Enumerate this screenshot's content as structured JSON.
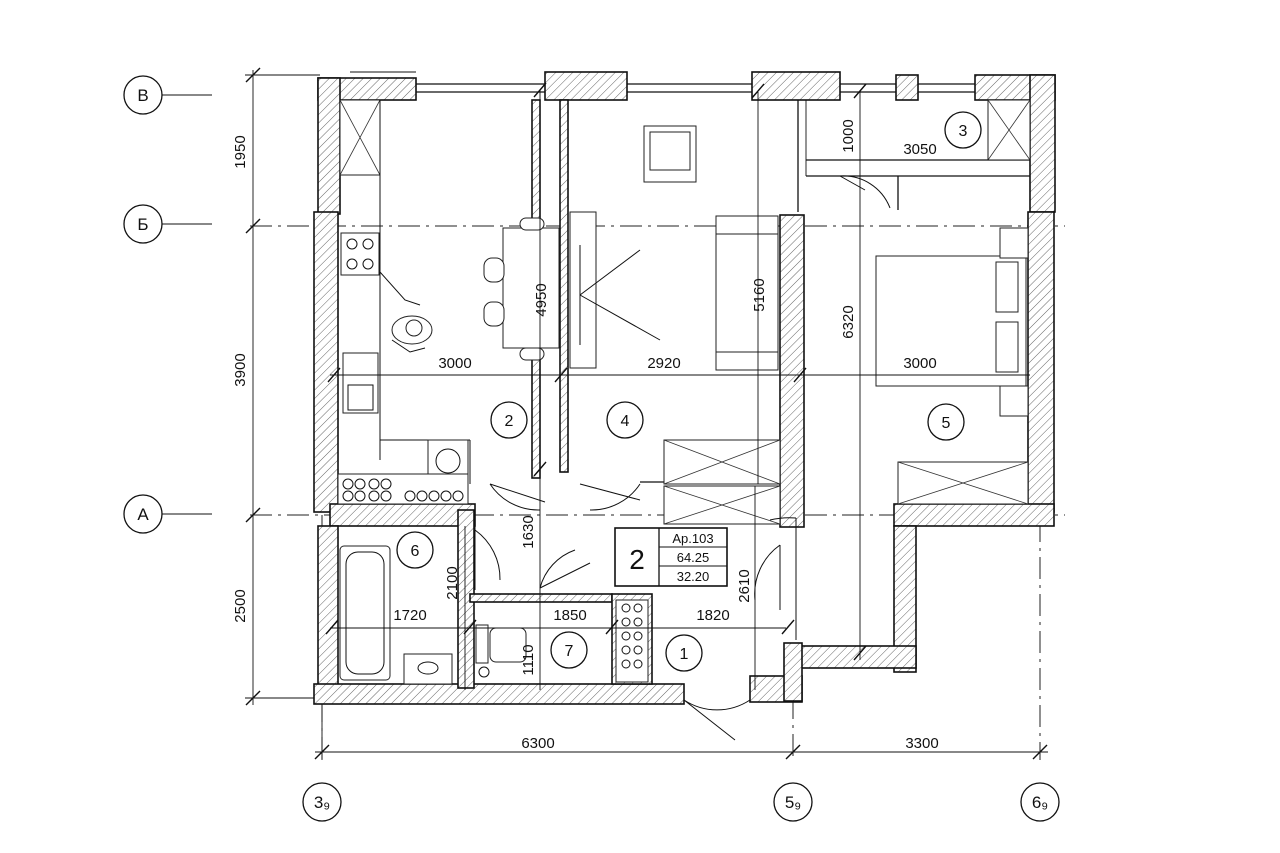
{
  "axes": {
    "rows": [
      {
        "id": "row-V",
        "label": "В"
      },
      {
        "id": "row-B",
        "label": "Б"
      },
      {
        "id": "row-A",
        "label": "А"
      }
    ],
    "cols": [
      {
        "id": "col-3",
        "label": "3₉"
      },
      {
        "id": "col-5",
        "label": "5₉"
      },
      {
        "id": "col-6",
        "label": "6₉"
      }
    ]
  },
  "dimensions": {
    "left_vertical": [
      "1950",
      "3900",
      "2500"
    ],
    "bottom_horizontal": [
      "6300",
      "3300"
    ],
    "interior": {
      "kitchen_width": "3000",
      "kitchen_depth": "4950",
      "living_width": "2920",
      "living_depth": "5160",
      "balcony_width": "3050",
      "balcony_depth": "1000",
      "bedroom_depth": "6320",
      "bedroom_width": "3000",
      "hall_1630": "1630",
      "bath_width": "1720",
      "bath_depth": "2100",
      "wc_width": "1850",
      "wc_depth": "1110",
      "entry_width": "1820",
      "entry_depth": "2610"
    }
  },
  "rooms": [
    "1",
    "2",
    "3",
    "4",
    "5",
    "6",
    "7"
  ],
  "apartment_tag": {
    "rooms_count": "2",
    "number": "Ap.103",
    "total_area": "64.25",
    "living_area": "32.20"
  }
}
